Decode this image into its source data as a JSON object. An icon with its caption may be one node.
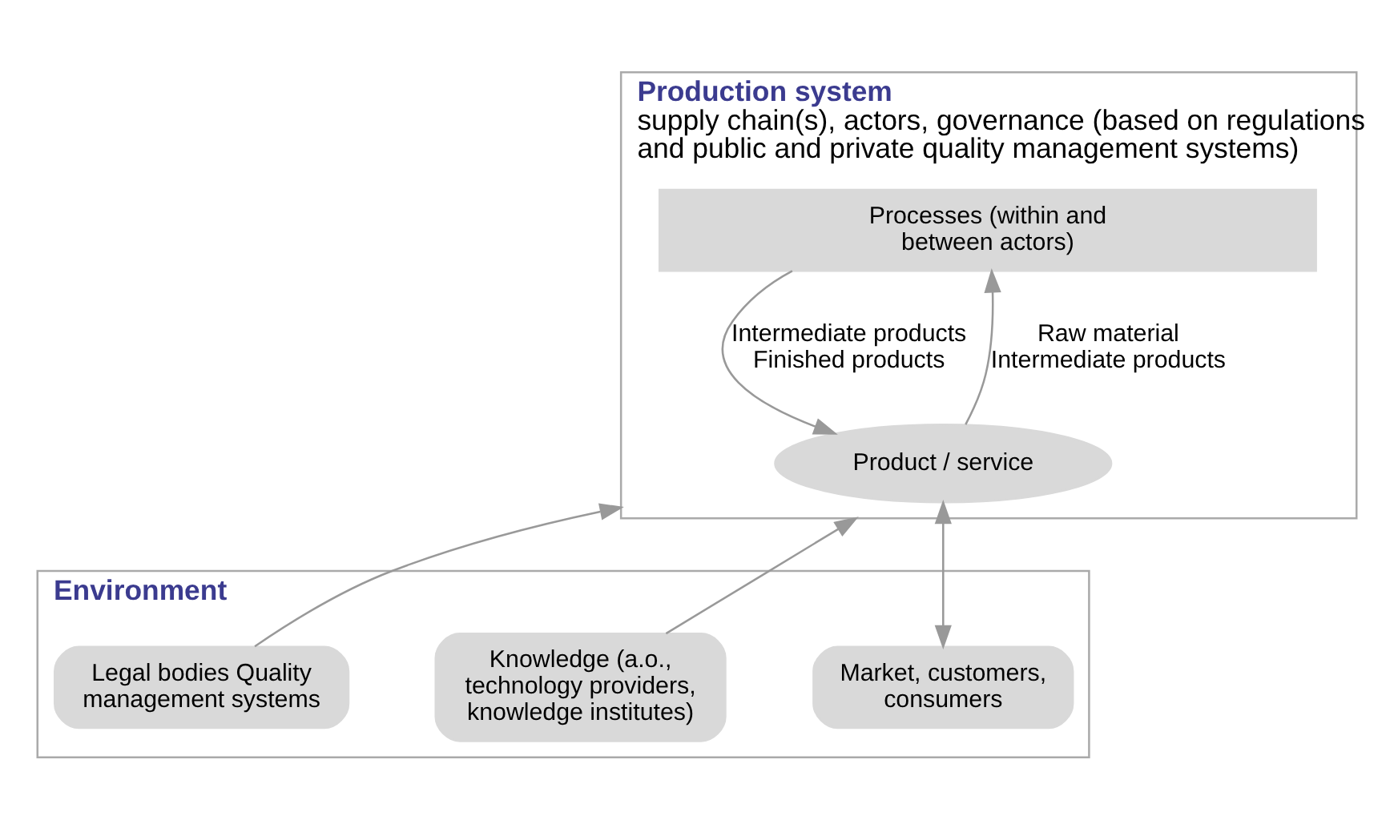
{
  "diagram": {
    "nodes": [
      {
        "text": [
          "Production system",
          "supply chain(s), actors, governance (based on regulations and public and private quality management systems)"
        ]
      },
      {
        "text": [
          "Processes (within and between actors)"
        ],
        "in": 0
      },
      {
        "text": [
          "Product / service"
        ],
        "in": 0
      },
      {
        "text": [
          "Environment"
        ]
      },
      {
        "text": [
          "Market, customers, consumers"
        ],
        "in": 3
      },
      {
        "text": [
          "Knowledge (a.o., technology providers, knowledge institutes)"
        ],
        "in": 3
      },
      {
        "text": [
          "Legal bodies Quality management systems"
        ],
        "in": 3
      }
    ],
    "edges": [
      {
        "from": 2,
        "to": 1,
        "arrow": "to",
        "label": "Raw material Intermediate products"
      },
      {
        "from": 1,
        "to": 2,
        "arrow": "to",
        "label": "Intermediate products Finished products"
      },
      {
        "from": 2,
        "to": 4,
        "arrow": "both"
      },
      {
        "from": 5,
        "to": 0,
        "arrow": "to"
      },
      {
        "from": 6,
        "to": 0,
        "arrow": "to"
      }
    ]
  }
}
